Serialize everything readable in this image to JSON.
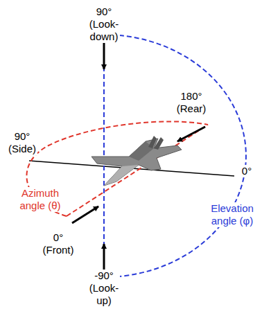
{
  "diagram": {
    "labels": [
      "90° (Look-down)",
      "180° (Rear)",
      "90° (Side)",
      "Azimuth angle (θ)",
      "Elevation angle (φ)",
      "0°",
      "0° (Front)",
      "-90° (Look-up)"
    ]
  }
}
